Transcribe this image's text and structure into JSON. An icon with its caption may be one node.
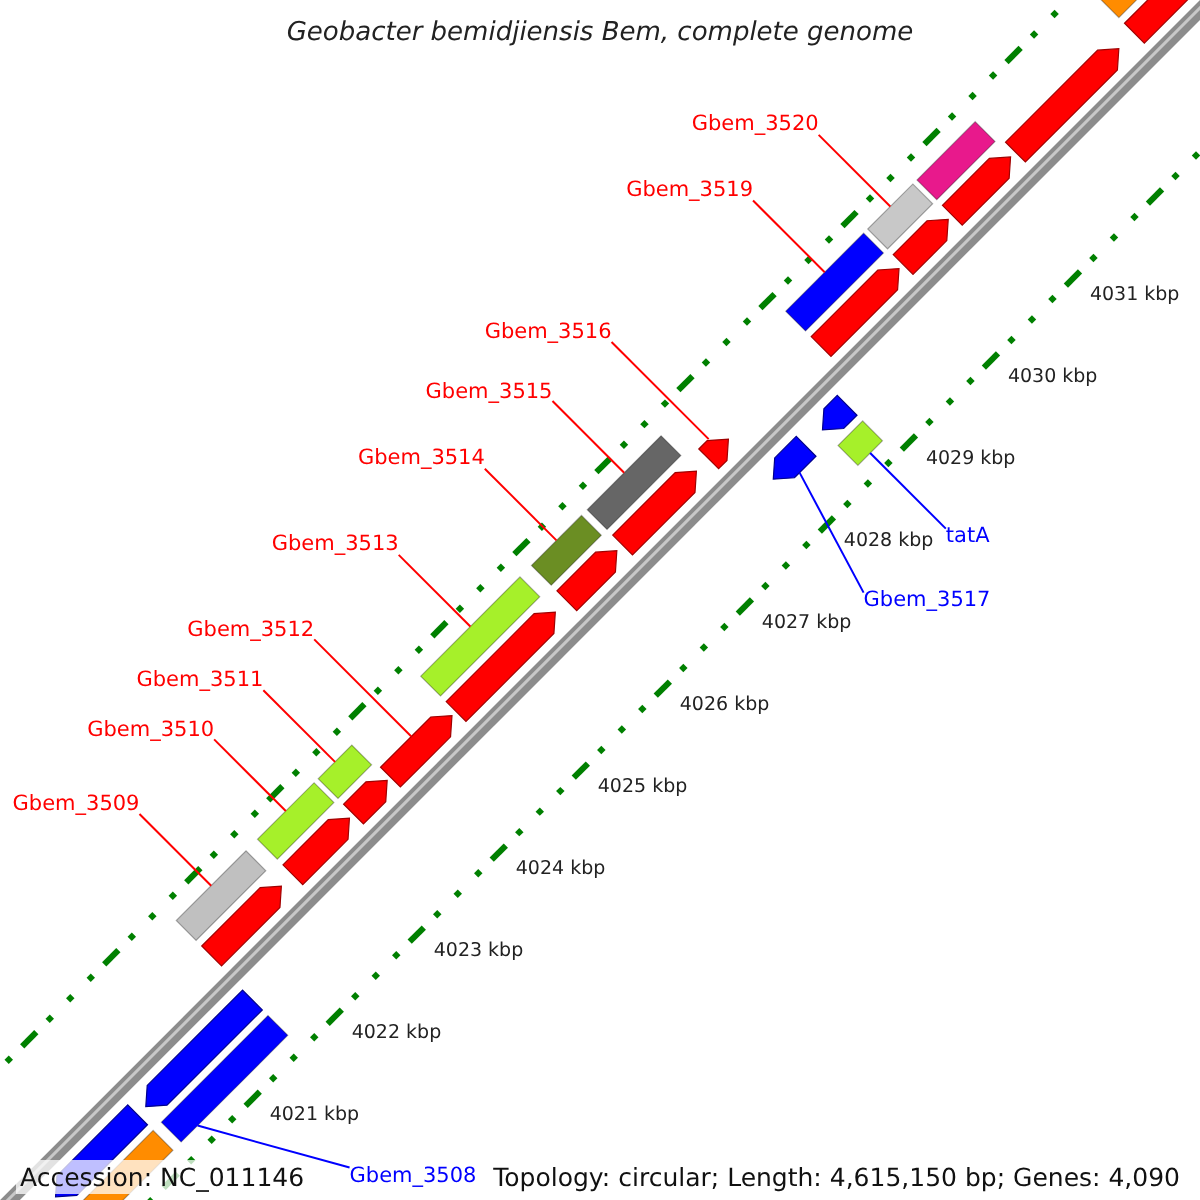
{
  "diagram": {
    "title": "Geobacter bemidjiensis Bem, complete genome",
    "nodes": [
      {
        "text": [
          "Gbem_3520"
        ]
      },
      {
        "text": [
          "Gbem_3519"
        ]
      },
      {
        "text": [
          "Gbem_3516"
        ]
      },
      {
        "text": [
          "Gbem_3515"
        ]
      },
      {
        "text": [
          "Gbem_3514"
        ]
      },
      {
        "text": [
          "Gbem_3513"
        ]
      },
      {
        "text": [
          "tatA"
        ]
      },
      {
        "text": [
          "Gbem_3517"
        ]
      },
      {
        "text": [
          "Gbem_3512"
        ]
      },
      {
        "text": [
          "Gbem_3511"
        ]
      },
      {
        "text": [
          "Gbem_3510"
        ]
      },
      {
        "text": [
          "Gbem_3509"
        ]
      },
      {
        "text": [
          "Gbem_3508"
        ]
      },
      {
        "text": [],
        "shape": "bar"
      },
      {
        "text": [],
        "shape": "bar"
      },
      {
        "text": [],
        "shape": "bar"
      },
      {
        "text": [],
        "shape": "bar"
      },
      {
        "text": [],
        "shape": "bar"
      },
      {
        "text": [],
        "shape": "bar"
      },
      {
        "text": [],
        "shape": "bar"
      },
      {
        "text": [],
        "shape": "bar"
      },
      {
        "text": [],
        "shape": "bar"
      },
      {
        "text": [],
        "shape": "bar"
      },
      {
        "text": [],
        "shape": "bar"
      },
      {
        "text": [],
        "shape": "bar"
      },
      {
        "text": [],
        "shape": "bar"
      },
      {
        "text": [],
        "shape": "bar"
      },
      {
        "text": [],
        "shape": "bar"
      },
      {
        "text": [],
        "shape": "bar"
      },
      {
        "text": [],
        "shape": "bar"
      }
    ],
    "edges": [
      {
        "from": 0,
        "to": 13,
        "arrow": "none"
      },
      {
        "from": 1,
        "to": 14,
        "arrow": "none"
      },
      {
        "from": 2,
        "to": 15,
        "arrow": "none"
      },
      {
        "from": 3,
        "to": 16,
        "arrow": "none"
      },
      {
        "from": 4,
        "to": 17,
        "arrow": "none"
      },
      {
        "from": 5,
        "to": 18,
        "arrow": "none"
      },
      {
        "from": 6,
        "to": 19,
        "arrow": "none",
        "color": "#0000ff"
      },
      {
        "from": 7,
        "to": 20,
        "arrow": "none",
        "color": "#0000ff"
      },
      {
        "from": 8,
        "to": 21,
        "arrow": "none"
      },
      {
        "from": 9,
        "to": 22,
        "arrow": "none"
      },
      {
        "from": 10,
        "to": 23,
        "arrow": "none"
      },
      {
        "from": 11,
        "to": 24,
        "arrow": "none"
      },
      {
        "from": 12,
        "to": 25,
        "arrow": "none",
        "color": "#0000ff"
      }
    ],
    "labels": [
      "4031 kbp",
      "4030 kbp",
      "4029 kbp",
      "4028 kbp",
      "4027 kbp",
      "4026 kbp",
      "4025 kbp",
      "4024 kbp",
      "4023 kbp",
      "4022 kbp",
      "4021 kbp",
      "Accession: NC_011146",
      "Topology: circular; Length: 4,615,150 bp; Genes: 4,090"
    ]
  }
}
